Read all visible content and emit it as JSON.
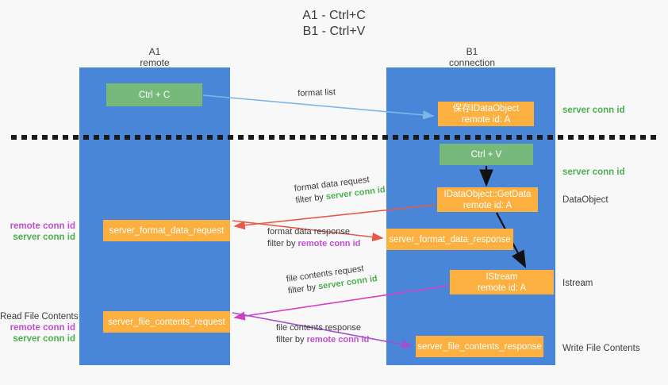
{
  "title": {
    "line1": "A1 - Ctrl+C",
    "line2": "B1 - Ctrl+V"
  },
  "columns": [
    {
      "id": "a1",
      "name": "A1",
      "sub": "remote"
    },
    {
      "id": "b1",
      "name": "B1",
      "sub": "connection"
    }
  ],
  "nodes": {
    "ctrl_c": {
      "line1": "Ctrl + C",
      "line2": "",
      "color": "#76b97b"
    },
    "save_idataobject": {
      "line1": "保存IDataObject",
      "line2": "remote id: A",
      "color": "#fbb040"
    },
    "ctrl_v": {
      "line1": "Ctrl + V",
      "line2": "",
      "color": "#76b97b"
    },
    "getdata": {
      "line1": "IDataObject::GetData",
      "line2": "remote id: A",
      "color": "#fbb040"
    },
    "format_data_request": {
      "line1": "server_format_data_request",
      "line2": "",
      "color": "#fbb040"
    },
    "format_data_response": {
      "line1": "server_format_data_response",
      "line2": "",
      "color": "#fbb040"
    },
    "istream": {
      "line1": "IStream",
      "line2": "remote id: A",
      "color": "#fbb040"
    },
    "file_contents_request": {
      "line1": "server_file_contents_request",
      "line2": "",
      "color": "#fbb040"
    },
    "file_contents_response": {
      "line1": "server_file_contents_response",
      "line2": "",
      "color": "#fbb040"
    }
  },
  "side_labels": {
    "server_conn_id_1": "server conn id",
    "server_conn_id_2": "server conn id",
    "dataobject": "DataObject",
    "istream": "Istream",
    "write_file_contents": "Write File Contents"
  },
  "left_labels": {
    "middle": {
      "remote": "remote conn id",
      "server": "server conn id"
    },
    "bottom": {
      "heading": "Read File Contents",
      "remote": "remote conn id",
      "server": "server conn id"
    }
  },
  "edge_labels": {
    "format_list": {
      "line1": "format list"
    },
    "format_data_request": {
      "line1": "format data request",
      "filter_prefix": "filter by ",
      "filter_value": "server conn id"
    },
    "format_data_response": {
      "line1": "format data response",
      "filter_prefix": "filter by ",
      "filter_value": "remote conn id"
    },
    "file_contents_request": {
      "line1": "file contents request",
      "filter_prefix": "filter by ",
      "filter_value": "server conn id"
    },
    "file_contents_response": {
      "line1": "file contents response",
      "filter_prefix": "filter by ",
      "filter_value": "remote conn id"
    }
  },
  "colors": {
    "column_blue": "#4a86d8",
    "node_green": "#76b97b",
    "node_orange": "#fbb040",
    "server_conn_green": "#4caf50",
    "remote_conn_purple": "#c04fd0",
    "arrow_light_blue": "#7fb6e8",
    "arrow_red": "#e8594a",
    "arrow_magenta": "#d63fc4",
    "arrow_purple": "#a24fd0",
    "arrow_black": "#111111",
    "background": "#f8f8f8"
  }
}
